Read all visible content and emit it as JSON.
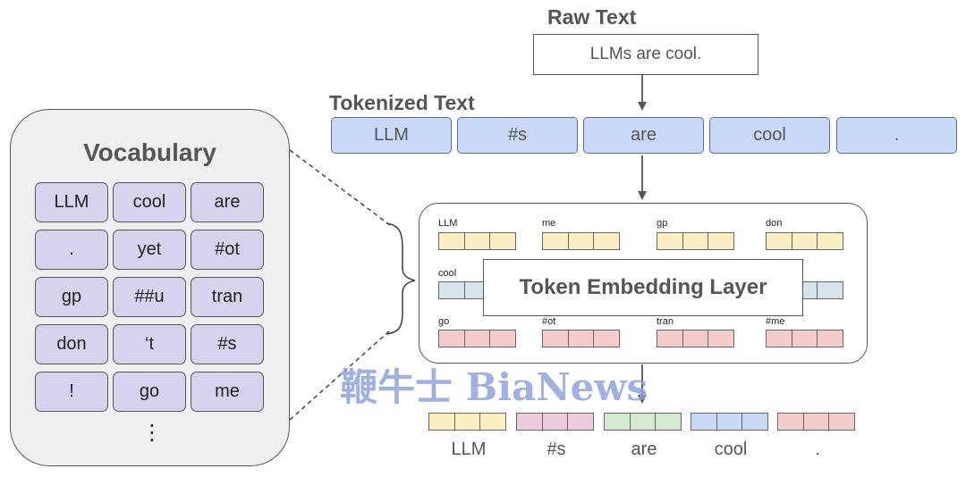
{
  "raw_text": {
    "title": "Raw Text",
    "value": "LLMs are cool."
  },
  "tokenized": {
    "title": "Tokenized Text",
    "tokens": [
      "LLM",
      "#s",
      "are",
      "cool",
      "."
    ]
  },
  "vocabulary": {
    "title": "Vocabulary",
    "rows": [
      [
        "LLM",
        "cool",
        "are"
      ],
      [
        ".",
        "yet",
        "#ot"
      ],
      [
        "gp",
        "##u",
        "tran"
      ],
      [
        "don",
        "‘t",
        "#s"
      ],
      [
        "!",
        "go",
        "me"
      ]
    ],
    "ellipsis": "⋮"
  },
  "embedding_layer": {
    "title": "Token Embedding Layer",
    "labels": {
      "r1": [
        "LLM",
        "me",
        "gp",
        "don"
      ],
      "r2": [
        "cool"
      ],
      "r3": [
        "go",
        "#ot",
        "tran",
        "#me"
      ]
    }
  },
  "output_tokens": [
    "LLM",
    "#s",
    "are",
    "cool",
    "."
  ],
  "watermark": "鞭牛士 BiaNews",
  "colors": {
    "token_fill": "#c9d9f8",
    "vocab_fill": "#d9d2ee",
    "yellow_vec": "#fdefc2",
    "teal_vec": "#d5e4e9",
    "red_vec": "#f5cccc",
    "pink_vec": "#eccdde",
    "green_vec": "#d4ebd0"
  }
}
